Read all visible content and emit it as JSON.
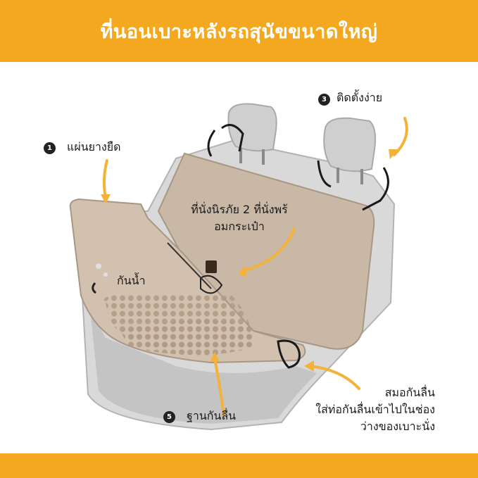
{
  "header": {
    "title": "ที่นอนเบาะหลังรถสุนัขขนาดใหญ่"
  },
  "colors": {
    "accent": "#f3a81f",
    "mat": "#c9b8a6",
    "seat": "#d7d7d7"
  },
  "callouts": {
    "elastic": {
      "badge": "1",
      "text": "แผ่นยางยืด"
    },
    "easy_install": {
      "badge": "3",
      "text": "ติดตั้งง่าย"
    },
    "seats_line1": "ที่นั่งนิรภัย 2 ที่นั่งพร้",
    "seats_line2": "อมกระเป๋า",
    "waterproof": "กันน้ำ",
    "anchor_line1": "สมอกันลื่น",
    "anchor_line2": "ใส่ท่อกันลื่นเข้าไปในช่อง",
    "anchor_line3": "ว่างของเบาะนั่ง",
    "non_slip": {
      "badge": "5",
      "text": "ฐานกันลื่น"
    }
  }
}
